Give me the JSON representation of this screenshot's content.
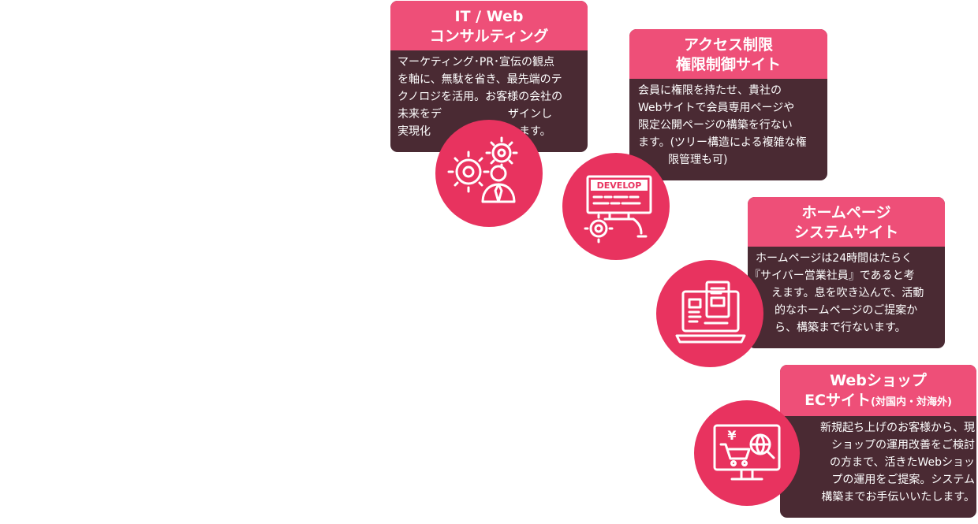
{
  "services": [
    {
      "title_lines": [
        "IT / Web",
        "コンサルティング"
      ],
      "body_lines": [
        "マーケティング･PR･宣伝の観点",
        "を軸に、無駄を省き、最先端のテ",
        "クノロジを活用。お客様の会社の",
        "未来をデ　　　　　　ザインし",
        "実現化　　　　　　　します。"
      ],
      "icon": "gears-person-icon"
    },
    {
      "title_lines": [
        "アクセス制限",
        "権限制御サイト"
      ],
      "body_lines": [
        "会員に権限を持たせ、貴社の",
        "Webサイトで会員専用ページや",
        "限定公開ページの構築を行ない",
        "ます。(ツリー構造による複雑な権",
        "限管理も可)"
      ],
      "icon": "develop-monitor-icon",
      "icon_label": "DEVELOP"
    },
    {
      "title_lines": [
        "ホームページ",
        "システムサイト"
      ],
      "body_lines": [
        "ホームページは24時間はたらく",
        "『サイバー営業社員』であると考",
        "えます。息を吹き込んで、活動",
        "的なホームページのご提案か",
        "ら、構築まで行ないます。"
      ],
      "icon": "laptop-webpage-icon"
    },
    {
      "title_lines": [
        "Webショップ"
      ],
      "title_line2_main": "ECサイト",
      "title_line2_sub": "(対国内・対海外)",
      "body_lines": [
        "新規起ち上げのお客様から、現",
        "ショップの運用改善をご検討",
        "の方まで、活きたWebショッ",
        "プの運用をご提案。システム",
        "構築までお手伝いいたします。"
      ],
      "icon": "monitor-cart-globe-icon",
      "icon_symbol": "¥"
    }
  ],
  "colors": {
    "header_pink": "#ee4f78",
    "body_dark": "#4a2a33",
    "circle": "#e8335f",
    "text": "#ffffff"
  }
}
